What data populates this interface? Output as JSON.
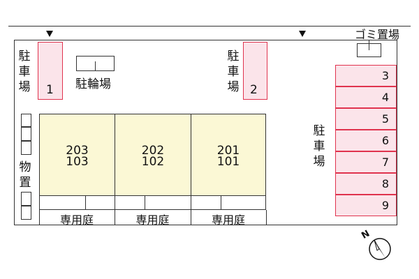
{
  "parking_label": "駐車場",
  "bike_parking_label": "駐輪場",
  "garbage_label": "ゴミ置場",
  "storage_label": "物置",
  "garden_label": "専用庭",
  "lots": {
    "left": "1",
    "middle": "2",
    "right": [
      "3",
      "4",
      "5",
      "6",
      "7",
      "8",
      "9"
    ]
  },
  "units": [
    {
      "upper": "203",
      "lower": "103"
    },
    {
      "upper": "202",
      "lower": "102"
    },
    {
      "upper": "201",
      "lower": "101"
    }
  ],
  "compass": "N",
  "colors": {
    "parking_fill": "#fbe4ea",
    "parking_border": "#e0334e",
    "building_fill": "#fbf8d5",
    "line": "#333333"
  }
}
